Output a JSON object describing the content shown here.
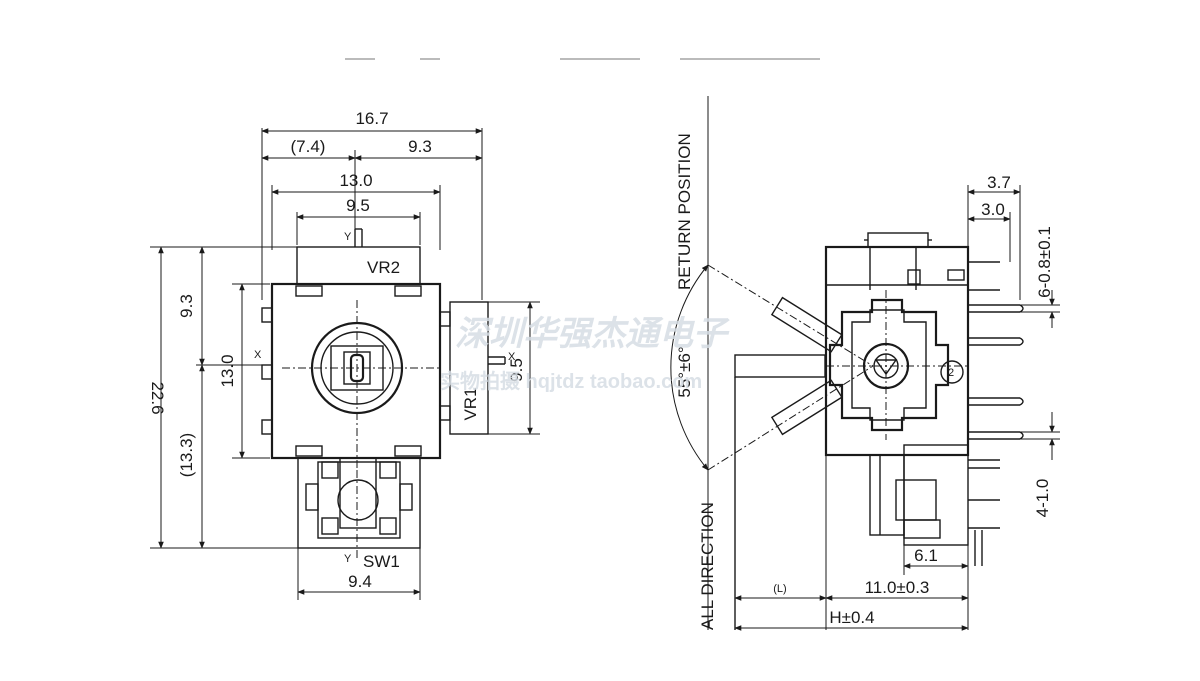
{
  "front_view": {
    "dims": {
      "overall_width": "16.7",
      "left_offset": "(7.4)",
      "right_offset": "9.3",
      "body_width": "13.0",
      "vr2_width": "9.5",
      "overall_height": "22.6",
      "upper_height": "9.3",
      "lower_height": "(13.3)",
      "body_height": "13.0",
      "vr1_height": "9.5",
      "sw1_width": "9.4"
    },
    "labels": {
      "vr2": "VR2",
      "vr1": "VR1",
      "sw1": "SW1",
      "y_top": "Y",
      "x_left": "X",
      "x_right": "X",
      "y_bottom": "Y"
    }
  },
  "side_view": {
    "dims": {
      "top_37": "3.7",
      "top_30": "3.0",
      "pins_right": "6-0.8±0.1",
      "pins_lower": "4-1.0",
      "base_61": "6.1",
      "length_l": "(L)",
      "length_11": "11.0±0.3",
      "height_h": "H±0.4",
      "angle": "55°±6°"
    },
    "labels": {
      "return_position": "RETURN  POSITION",
      "all_direction": "ALL   DIRECTION",
      "pin_mark": "2"
    }
  },
  "watermark": {
    "line1": "深圳华强杰通电子",
    "line2": "实物拍摄 hqjtdz taobao.com"
  },
  "colors": {
    "ink": "#1a1a1a",
    "watermark": "#d6dde4"
  }
}
